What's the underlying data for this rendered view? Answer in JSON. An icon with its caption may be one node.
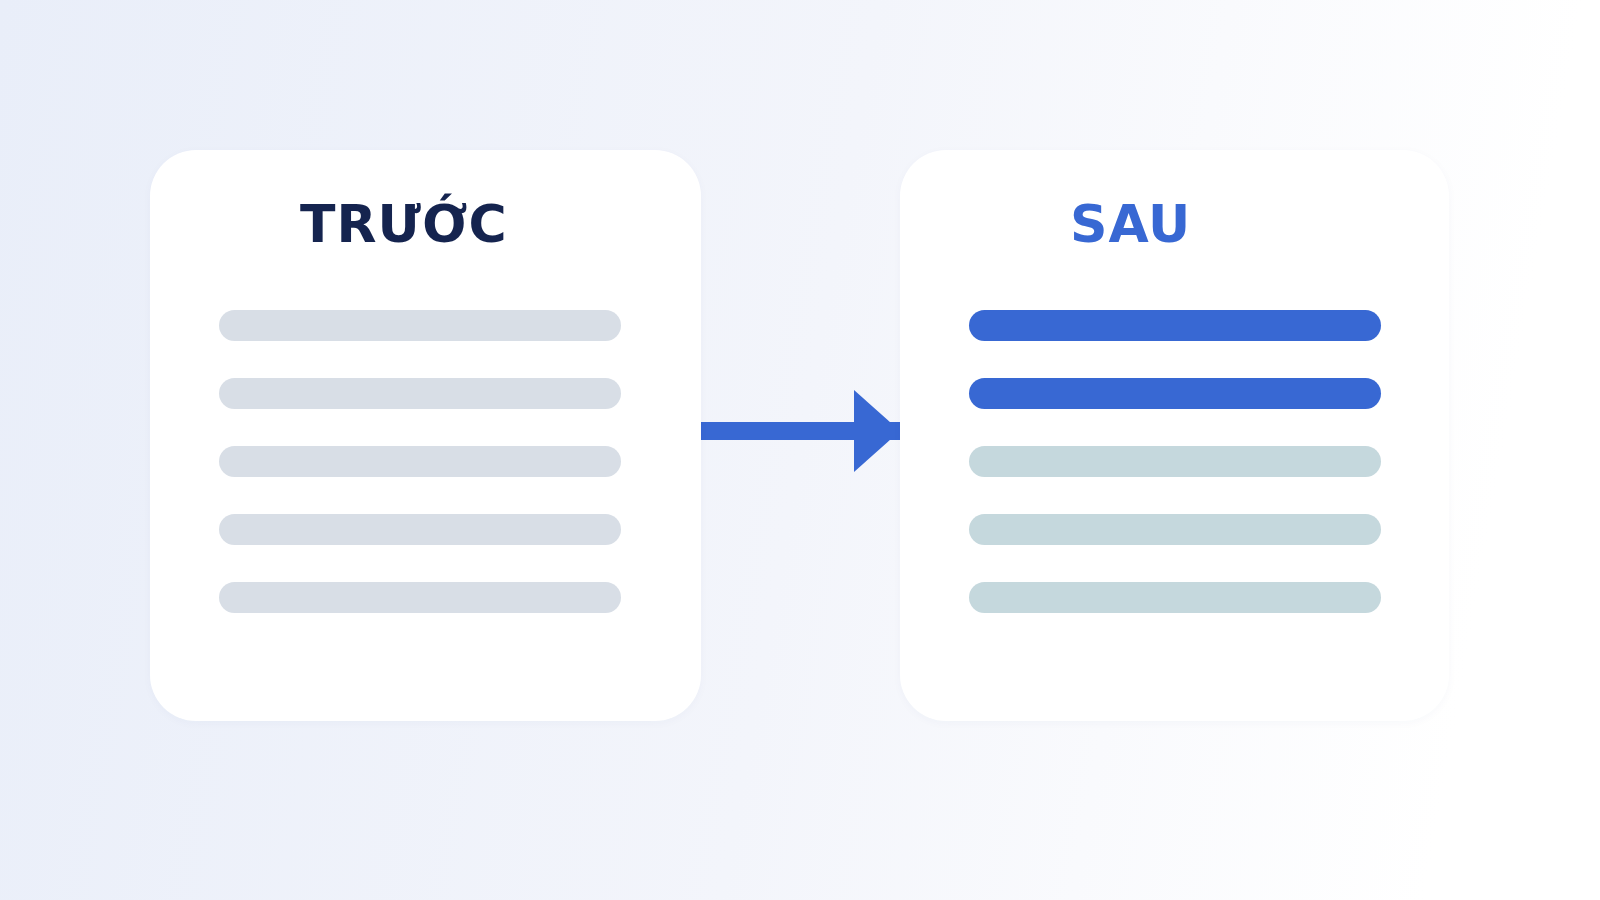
{
  "diagram": {
    "nodes": [
      {
        "text": [
          "TRƯỚC"
        ]
      },
      {
        "text": [],
        "shape": "bar",
        "in": 0
      },
      {
        "text": [],
        "shape": "bar",
        "in": 0
      },
      {
        "text": [],
        "shape": "bar",
        "in": 0
      },
      {
        "text": [],
        "shape": "bar",
        "in": 0
      },
      {
        "text": [],
        "shape": "bar",
        "in": 0
      },
      {
        "text": [
          "SAU"
        ]
      },
      {
        "text": [],
        "shape": "bar",
        "in": 6
      },
      {
        "text": [],
        "shape": "bar",
        "in": 6
      },
      {
        "text": [],
        "shape": "bar",
        "in": 6
      },
      {
        "text": [],
        "shape": "bar",
        "in": 6
      },
      {
        "text": [],
        "shape": "bar",
        "in": 6
      }
    ],
    "edges": [
      {
        "from": 0,
        "to": 6,
        "arrow": "to"
      }
    ]
  }
}
